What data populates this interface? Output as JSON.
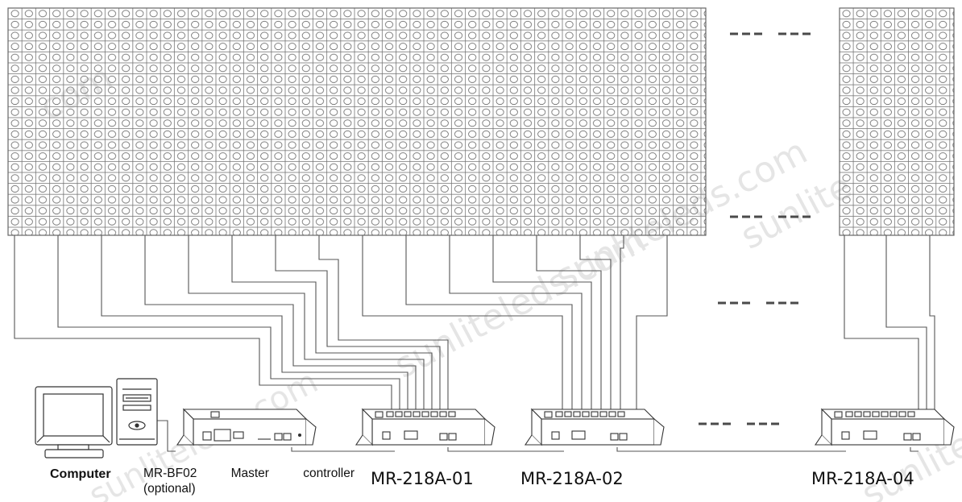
{
  "labels": {
    "computer": "Computer",
    "master_controller_line1": [
      "MR-BF02",
      "Master",
      "controller"
    ],
    "master_controller_line2": "(optional)",
    "controller_1": "MR-218A-01",
    "controller_2": "MR-218A-02",
    "controller_4": "MR-218A-04"
  },
  "separator_text": "--- ---",
  "watermark_text": "sunliteleds.com",
  "colors": {
    "line": "#555555",
    "led": "#777777",
    "text": "#111111",
    "watermark": "#e3e3e3"
  }
}
